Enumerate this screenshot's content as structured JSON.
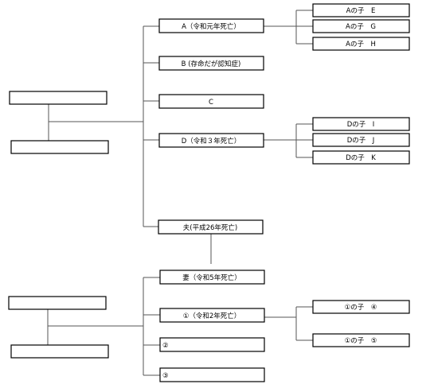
{
  "diagram": {
    "blank_boxes_top": [
      "",
      ""
    ],
    "blank_boxes_bottom": [
      "",
      ""
    ],
    "top_group": {
      "A": "A（令和元年死亡）",
      "B": "B (存命だが認知症)",
      "C": "C",
      "D": "D（令和３年死亡）",
      "A_children": [
        "Aの子　E",
        "Aの子　G",
        "Aの子　H"
      ],
      "D_children": [
        "Dの子　I",
        "Dの子　J",
        "Dの子　K"
      ],
      "husband": "夫(平成26年死亡)"
    },
    "bottom_group": {
      "wife": "妻（令和5年死亡）",
      "child1": "①（令和2年死亡）",
      "child2": "②",
      "child3": "③",
      "grandchild1": "①の子　④",
      "grandchild2": "①の子　⑤"
    }
  }
}
